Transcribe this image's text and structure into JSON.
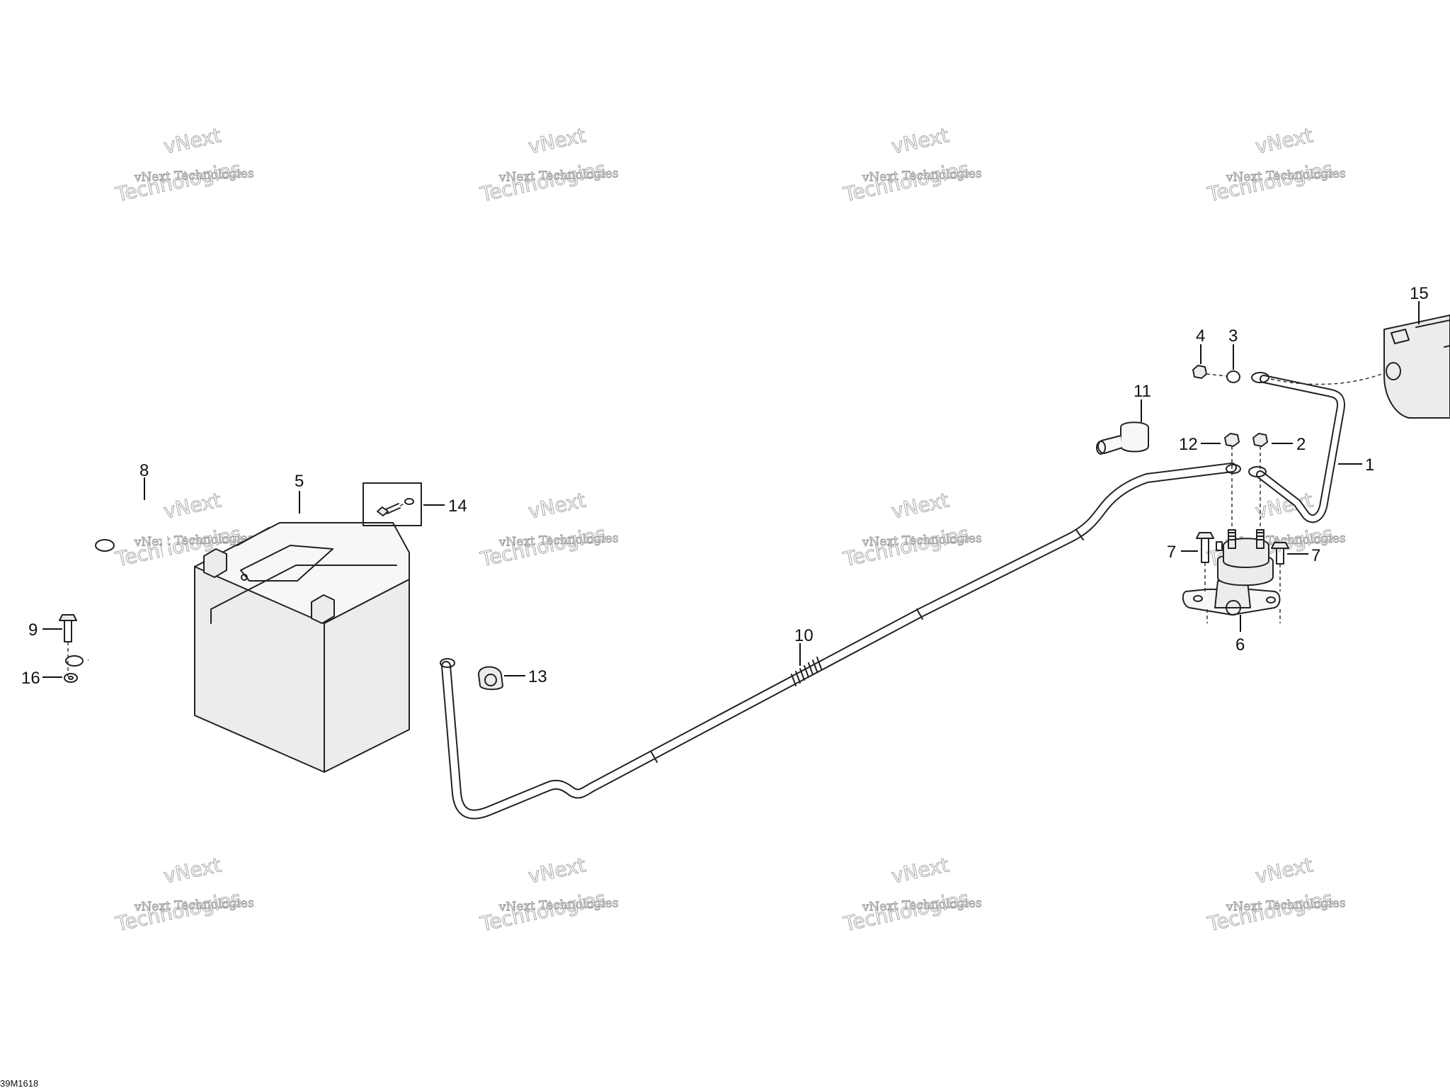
{
  "watermark": {
    "line1": "vNext",
    "line2": "vNext Technologies",
    "line3": "Technologies"
  },
  "drawing_code": "39M1618",
  "callouts": {
    "c1": "1",
    "c2": "2",
    "c3": "3",
    "c4": "4",
    "c5": "5",
    "c6": "6",
    "c7a": "7",
    "c7b": "7",
    "c8": "8",
    "c9": "9",
    "c10": "10",
    "c11": "11",
    "c12": "12",
    "c13": "13",
    "c14": "14",
    "c15": "15",
    "c16": "16"
  },
  "colors": {
    "line": "#222222",
    "watermark": "#a8a8a8",
    "background": "#ffffff"
  }
}
